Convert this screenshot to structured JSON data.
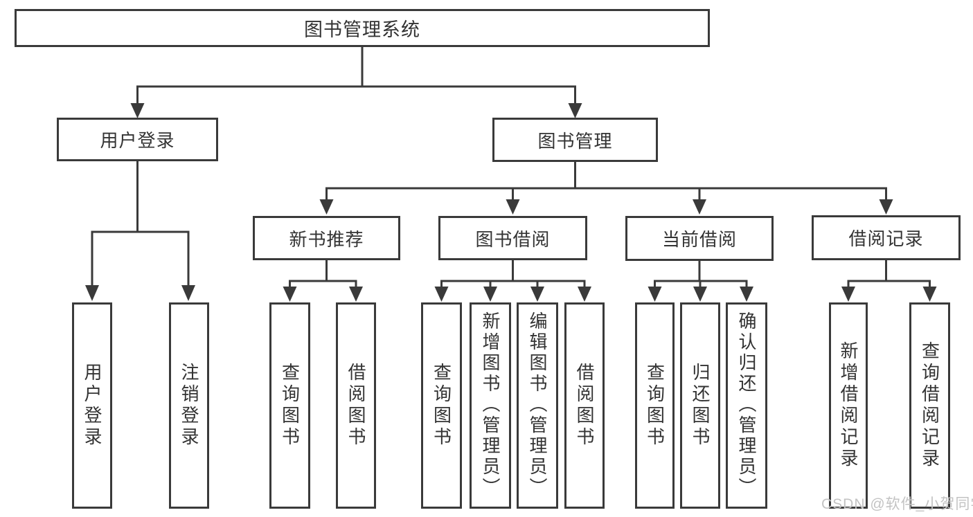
{
  "diagram": {
    "root": {
      "label": "图书管理系统"
    },
    "branches": [
      {
        "label": "用户登录",
        "children": [
          {
            "label": "用户登录"
          },
          {
            "label": "注销登录"
          }
        ]
      },
      {
        "label": "图书管理",
        "children": [
          {
            "label": "新书推荐",
            "children": [
              {
                "label": "查询图书"
              },
              {
                "label": "借阅图书"
              }
            ]
          },
          {
            "label": "图书借阅",
            "children": [
              {
                "label": "查询图书"
              },
              {
                "label": "新增图书（管理员）"
              },
              {
                "label": "编辑图书（管理员）"
              },
              {
                "label": "借阅图书"
              }
            ]
          },
          {
            "label": "当前借阅",
            "children": [
              {
                "label": "查询图书"
              },
              {
                "label": "归还图书"
              },
              {
                "label": "确认归还（管理员）"
              }
            ]
          },
          {
            "label": "借阅记录",
            "children": [
              {
                "label": "新增借阅记录"
              },
              {
                "label": "查询借阅记录"
              }
            ]
          }
        ]
      }
    ]
  },
  "watermark": {
    "text": "CSDN @软件_小贺同学"
  },
  "colors": {
    "line": "#3a3a3a",
    "text": "#333333",
    "watermark": "#c3c3c3",
    "bg": "#ffffff"
  }
}
